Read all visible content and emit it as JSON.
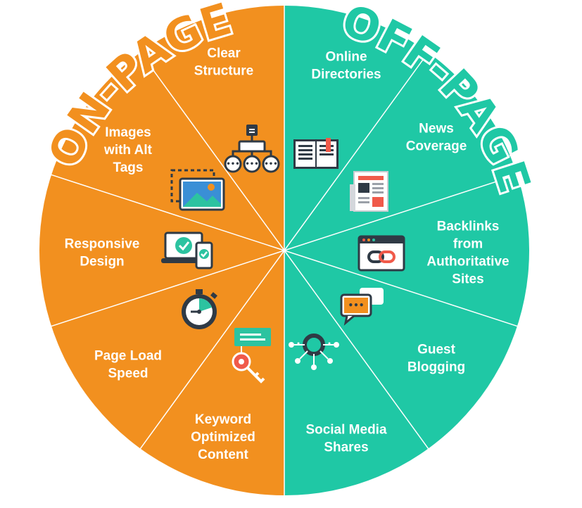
{
  "colors": {
    "on_page": "#f2901f",
    "off_page": "#1fc8a5",
    "divider": "#ffffff",
    "icon_dark": "#2f3a45",
    "icon_teal": "#2cc3a0",
    "icon_red": "#f05a4a",
    "icon_blue": "#3a8fd6"
  },
  "titles": {
    "on_page": "ON-PAGE",
    "off_page": "OFF-PAGE"
  },
  "on_page_segments": [
    {
      "lines": [
        "Clear",
        "Structure"
      ],
      "icon": "sitemap-icon"
    },
    {
      "lines": [
        "Images",
        "with Alt",
        "Tags"
      ],
      "icon": "image-icon"
    },
    {
      "lines": [
        "Responsive",
        "Design"
      ],
      "icon": "devices-icon"
    },
    {
      "lines": [
        "Page Load",
        "Speed"
      ],
      "icon": "stopwatch-icon"
    },
    {
      "lines": [
        "Keyword",
        "Optimized",
        "Content"
      ],
      "icon": "key-tag-icon"
    }
  ],
  "off_page_segments": [
    {
      "lines": [
        "Online",
        "Directories"
      ],
      "icon": "open-book-icon"
    },
    {
      "lines": [
        "News",
        "Coverage"
      ],
      "icon": "newspaper-icon"
    },
    {
      "lines": [
        "Backlinks",
        "from",
        "Authoritative",
        "Sites"
      ],
      "icon": "link-window-icon"
    },
    {
      "lines": [
        "Guest",
        "Blogging"
      ],
      "icon": "chat-bubbles-icon"
    },
    {
      "lines": [
        "Social Media",
        "Shares"
      ],
      "icon": "network-icon"
    }
  ]
}
